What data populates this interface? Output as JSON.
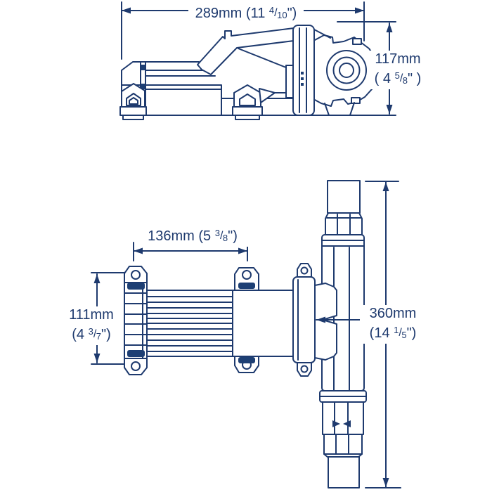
{
  "colors": {
    "line_navy": "#1e3a6e",
    "slot_navy": "#1d3f74",
    "background": "#ffffff"
  },
  "diagram": {
    "kind": "technical dimension drawing, two orthographic views of a pump",
    "views": [
      "side-view",
      "bottom-plan-view"
    ]
  },
  "dimensions": {
    "overall_length": {
      "full_text": "289mm (11 4/10\")",
      "mm": "289mm",
      "in_pre": " (11 ",
      "in_num": "4",
      "in_slash": "/",
      "in_den": "10",
      "in_post": "\")"
    },
    "overall_height": {
      "full_text": "117mm (4 5/8\")",
      "mm": "117mm",
      "in_pre": "( 4 ",
      "in_num": "5",
      "in_slash": "/",
      "in_den": "8",
      "in_post": "\" )"
    },
    "mount_spacing_horizontal": {
      "full_text": "136mm (5 3/8\")",
      "mm": "136mm",
      "in_pre": " (5 ",
      "in_num": "3",
      "in_slash": "/",
      "in_den": "8",
      "in_post": "\")"
    },
    "mount_spacing_vertical": {
      "full_text": "111mm (4 3/7\")",
      "mm": "111mm",
      "in_pre": "(4 ",
      "in_num": "3",
      "in_slash": "/",
      "in_den": "7",
      "in_post": "\")"
    },
    "port_to_port_length": {
      "full_text": "360mm (14 1/5\")",
      "mm": "360mm",
      "in_pre": "(14 ",
      "in_num": "1",
      "in_slash": "/",
      "in_den": "5",
      "in_post": "\")"
    }
  }
}
